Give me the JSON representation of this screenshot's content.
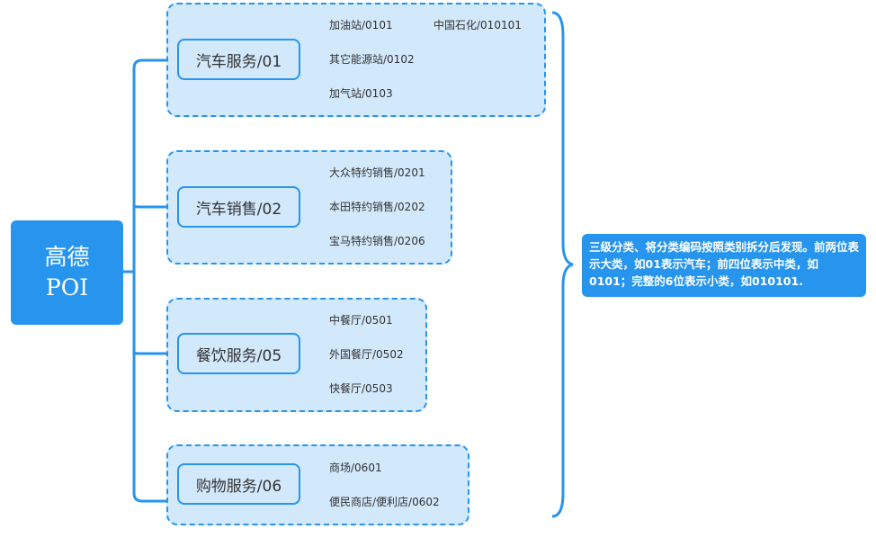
{
  "root": {
    "line1": "高德",
    "line2": "POI"
  },
  "categories": [
    {
      "label": "汽车服务/01",
      "items": [
        "加油站/0101",
        "其它能源站/0102",
        "加气站/0103"
      ],
      "sub": {
        "label": "中国石化/010101"
      }
    },
    {
      "label": "汽车销售/02",
      "items": [
        "大众特约销售/0201",
        "本田特约销售/0202",
        "宝马特约销售/0206"
      ]
    },
    {
      "label": "餐饮服务/05",
      "items": [
        "中餐厅/0501",
        "外国餐厅/0502",
        "快餐厅/0503"
      ]
    },
    {
      "label": "购物服务/06",
      "items": [
        "商场/0601",
        "便民商店/便利店/0602"
      ]
    }
  ],
  "note": "三级分类、将分类编码按照类别拆分后发现。前两位表示大类，如01表示汽车；前四位表示中类，如0101；完整的6位表示小类，如010101.",
  "colors": {
    "accent": "#2795ee",
    "group_fill": "#d2e8fb",
    "text": "#333333"
  }
}
